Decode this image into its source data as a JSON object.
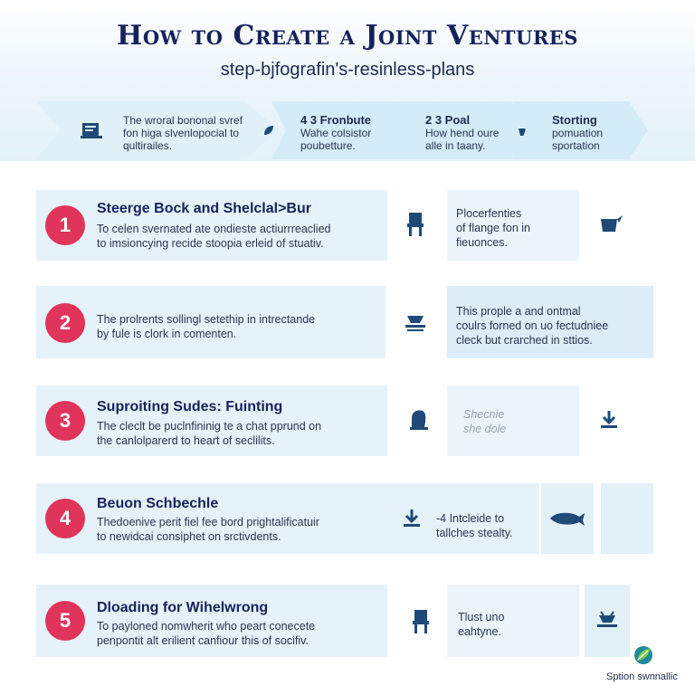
{
  "header": {
    "title": "How to Create a Joint Ventures",
    "subtitle": "step-bjfografin's-resinless-plans"
  },
  "chevrons": [
    {
      "head": "",
      "lines": [
        "The wroral bononal svref",
        "fon higa slvenlopocial to",
        "qultirailes."
      ],
      "icon": "document-icon"
    },
    {
      "head": "4 3  Fronbute",
      "lines": [
        "Wahe colsistor",
        "poubetture."
      ],
      "icon": "leaf-icon"
    },
    {
      "head": "2  3  Poal",
      "lines": [
        "How hend oure",
        "alle in taany."
      ],
      "icon": "bucket-icon"
    },
    {
      "head": "Storting",
      "lines": [
        "pomuation",
        "sportation"
      ],
      "icon": ""
    }
  ],
  "steps": [
    {
      "number": "1",
      "title": "Steerge Bock and Shelclal>Bur",
      "lines": [
        "To celen svernated ate ondieste actiurrreaclied",
        "to imsioncying recide stoopia erleid of stuativ."
      ],
      "side_lines": [
        "Plocerfenties",
        "of flange fon in",
        "fieuonces."
      ],
      "icons": [
        "chair-icon",
        "flag-icon"
      ]
    },
    {
      "number": "2",
      "title": "",
      "lines": [
        "The prolrents sollingl setethip in intrectande",
        "by fule is clork in comenten."
      ],
      "side_lines": [
        "This prople a and ontmal",
        "coulrs forned on uo fectudniee",
        "cleck but crarched in sttios."
      ],
      "icons": [
        "boat-icon"
      ]
    },
    {
      "number": "3",
      "title": "Suproiting Sudes: Fuinting",
      "lines": [
        "The cleclt be puclnfininig te a chat pprund on",
        "the canlolparerd to heart of seclilits."
      ],
      "side_lines": [
        "Shecnie",
        "she dole"
      ],
      "icons": [
        "tree-icon",
        "download-icon"
      ]
    },
    {
      "number": "4",
      "title": "Beuon Schbechle",
      "lines": [
        "Thedoenive perit fiel fee bord prightalificatuir",
        "to newidcai consiphet on srctivdents."
      ],
      "side_lines": [
        "-4 Intcleide to",
        "tallches stealty."
      ],
      "icons": [
        "download-icon",
        "whale-icon"
      ]
    },
    {
      "number": "5",
      "title": "Dloading for Wihelwrong",
      "lines": [
        "To payloned nomwherit who peart conecete",
        "penpontit alt erilient canfiour this of socifiv."
      ],
      "side_lines": [
        "Tlust uno",
        "eahtyne."
      ],
      "icons": [
        "chair-icon",
        "boat-icon"
      ]
    }
  ],
  "brand": {
    "name": "Sption swnnallic",
    "logo_icon": "leaf-logo-icon"
  },
  "colors": {
    "accent": "#e0345a",
    "title": "#16225a",
    "panel": "#e6f2f9",
    "chevron": "#d4ecf7"
  }
}
